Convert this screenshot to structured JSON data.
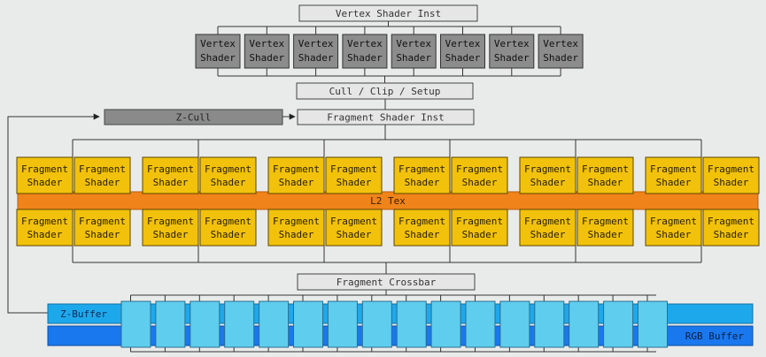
{
  "labels": {
    "vertex_inst": "Vertex Shader Inst",
    "vertex_line1": "Vertex",
    "vertex_line2": "Shader",
    "cull_clip": "Cull / Clip / Setup",
    "zcull": "Z-Cull",
    "fragment_inst": "Fragment Shader Inst",
    "frag_line1": "Fragment",
    "frag_line2": "Shader",
    "l2_tex": "L2 Tex",
    "crossbar": "Fragment Crossbar",
    "zbuffer": "Z-Buffer",
    "rgb_buffer": "RGB Buffer"
  },
  "counts": {
    "vertex_shaders": 8,
    "fragment_groups": 6,
    "fragment_rows": 2,
    "memory_partitions": 16
  },
  "colors": {
    "background": "#e9ebea",
    "light_box": "#e6e6e6",
    "vertex_box": "#8c8c8c",
    "zcull_box": "#8a8a8a",
    "fragment_box": "#f2c10c",
    "l2_band": "#f08319",
    "zbuffer_band": "#1ea8ec",
    "rgb_band": "#1a78ee",
    "partition_block": "#5fcdee",
    "line": "#333333"
  }
}
